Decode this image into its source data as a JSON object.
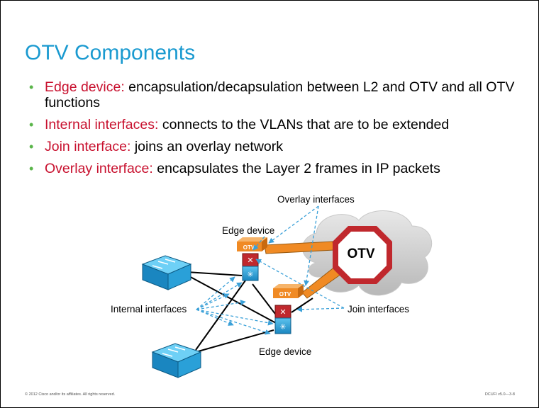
{
  "slide": {
    "title": "OTV Components",
    "bullets": [
      {
        "term": "Edge device:",
        "text": "encapsulation/decapsulation between L2 and OTV and all OTV functions"
      },
      {
        "term": "Internal interfaces:",
        "text": "connects to the VLANs that are to be extended"
      },
      {
        "term": "Join interface:",
        "text": "joins an overlay network"
      },
      {
        "term": "Overlay interface:",
        "text": "encapsulates the Layer 2 frames in IP packets"
      }
    ]
  },
  "diagram": {
    "labels": {
      "overlay_interfaces": "Overlay interfaces",
      "edge_device_top": "Edge device",
      "edge_device_bottom": "Edge device",
      "internal_interfaces": "Internal interfaces",
      "join_interfaces": "Join interfaces",
      "otv_sign": "OTV",
      "otv_tag_1": "OTV",
      "otv_tag_2": "OTV"
    },
    "icons": [
      "cloud-icon",
      "stop-sign-icon",
      "switch-icon",
      "router-icon"
    ]
  },
  "footer": {
    "copyright": "© 2012 Cisco and/or its affiliates. All rights reserved.",
    "course_code": "DCUFI v5.0—3-8"
  },
  "colors": {
    "title": "#1a9ad0",
    "term": "#c8102e",
    "bullet": "#5ab54a",
    "otv_orange": "#f08a24",
    "stop_red": "#c0282d",
    "switch_blue": "#2aa0d8",
    "dashed_blue": "#3aa0d8"
  }
}
